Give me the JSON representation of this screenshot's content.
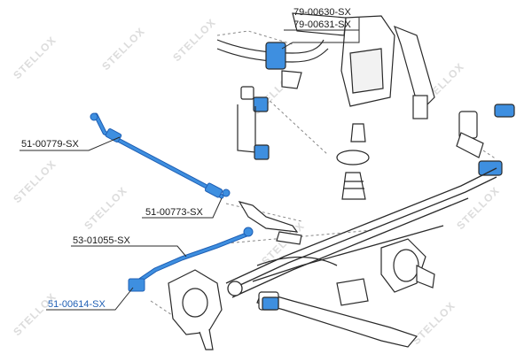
{
  "watermark": {
    "text": "STELLOX"
  },
  "labels": [
    {
      "id": "label-79-00630",
      "text": "79-00630-SX"
    },
    {
      "id": "label-79-00631",
      "text": "79-00631-SX"
    },
    {
      "id": "label-51-00779",
      "text": "51-00779-SX"
    },
    {
      "id": "label-51-00773",
      "text": "51-00773-SX"
    },
    {
      "id": "label-53-01055",
      "text": "53-01055-SX"
    },
    {
      "id": "label-51-00614",
      "text": "51-00614-SX"
    }
  ],
  "colors": {
    "highlight": "#3e8fe0",
    "highlight_dark": "#1f5fb4",
    "line": "#2a2a2a",
    "watermark": "#dcdcdc",
    "label_selected": "#1f5fb4"
  }
}
